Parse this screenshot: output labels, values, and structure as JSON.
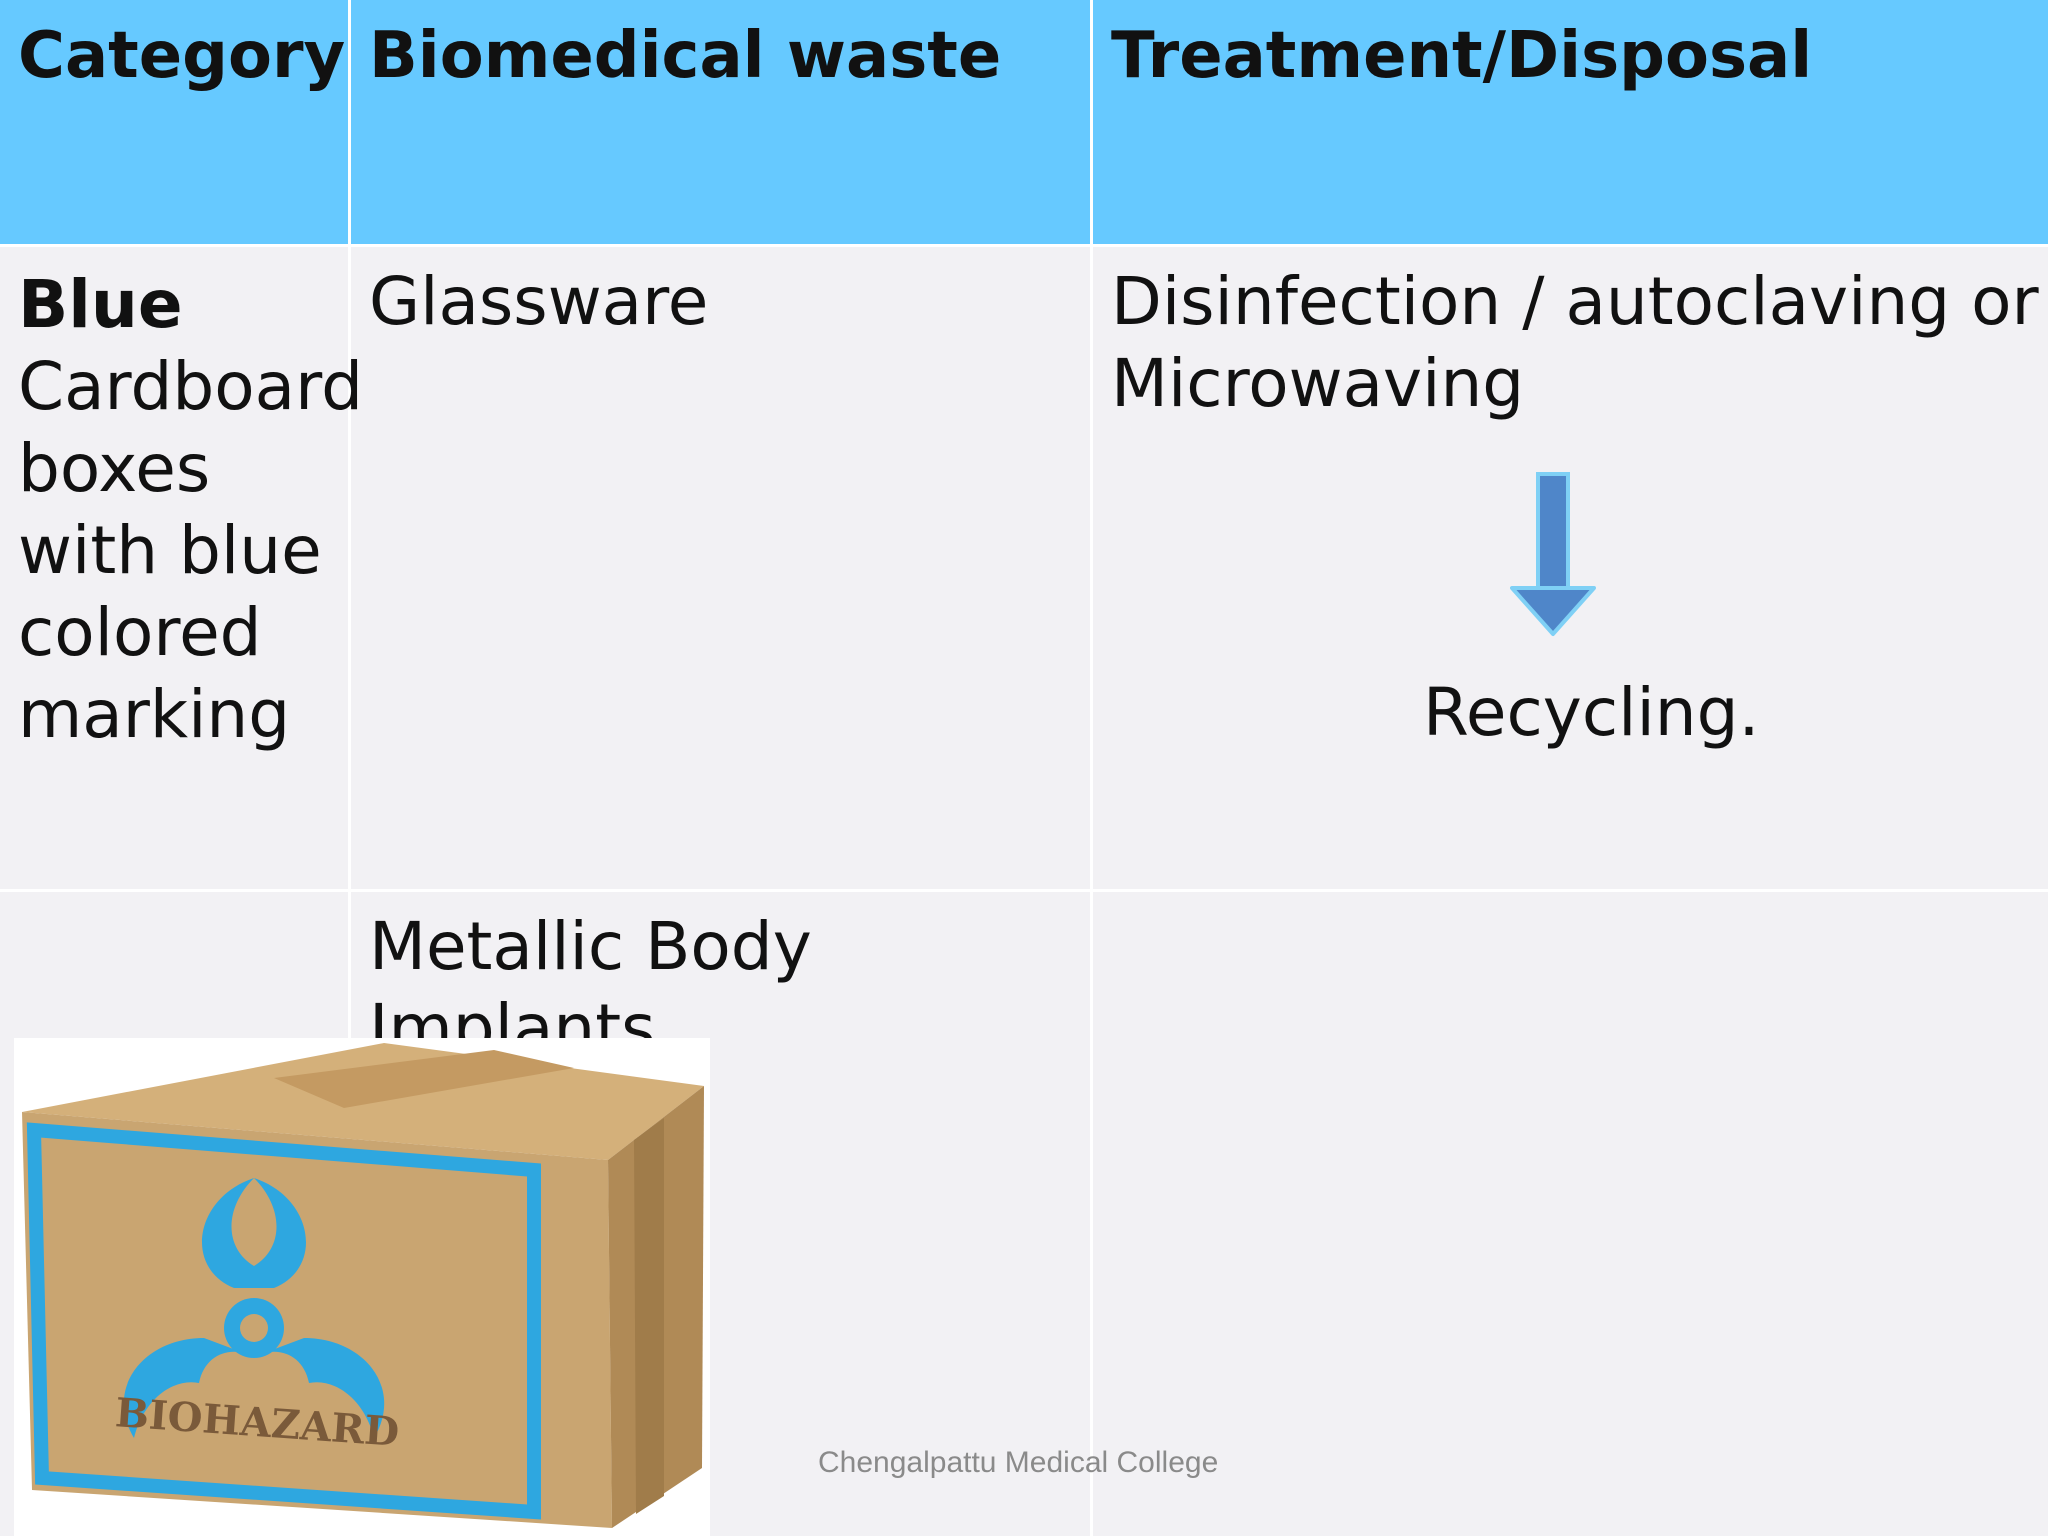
{
  "table": {
    "headers": [
      "Category",
      "Biomedical waste",
      "Treatment/Disposal"
    ],
    "category": {
      "bold": "Blue",
      "lines": [
        "Cardboard",
        "boxes",
        "with blue",
        "colored",
        "marking"
      ]
    },
    "rows": [
      {
        "waste": "Glassware",
        "treatment_lines": [
          "Disinfection / autoclaving or",
          "Microwaving"
        ],
        "result": "Recycling."
      },
      {
        "waste": "Metallic Body Implants"
      }
    ]
  },
  "image": {
    "label": "BIOHAZARD",
    "accent_color": "#2ea7e0",
    "box_color": "#c9a571"
  },
  "arrow_icon": "down-arrow-icon",
  "footer": "Chengalpattu Medical College",
  "colors": {
    "header_bg": "#66c9ff",
    "body_bg": "#f2f1f4",
    "arrow": "#4f86c9"
  }
}
